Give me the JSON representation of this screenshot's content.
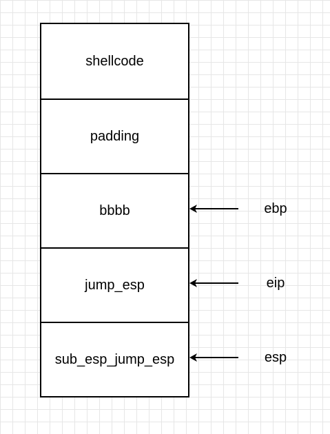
{
  "stack": {
    "cells": [
      {
        "label": "shellcode"
      },
      {
        "label": "padding"
      },
      {
        "label": "bbbb"
      },
      {
        "label": "jump_esp"
      },
      {
        "label": "sub_esp_jump_esp"
      }
    ]
  },
  "pointers": [
    {
      "register": "ebp",
      "points_to": "bbbb"
    },
    {
      "register": "eip",
      "points_to": "jump_esp"
    },
    {
      "register": "esp",
      "points_to": "sub_esp_jump_esp"
    }
  ]
}
